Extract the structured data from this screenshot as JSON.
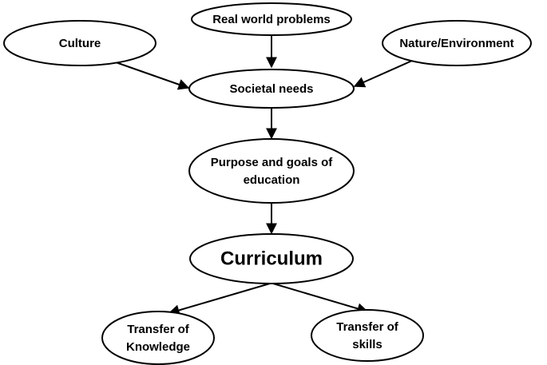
{
  "nodes": {
    "real_world": {
      "lines": [
        "Real world problems"
      ]
    },
    "culture": {
      "lines": [
        "Culture"
      ]
    },
    "nature": {
      "lines": [
        "Nature/Environment"
      ]
    },
    "societal": {
      "lines": [
        "Societal needs"
      ]
    },
    "purpose": {
      "lines": [
        "Purpose and goals of",
        "education"
      ]
    },
    "curriculum": {
      "lines": [
        "Curriculum"
      ]
    },
    "knowledge": {
      "lines": [
        "Transfer of",
        "Knowledge"
      ]
    },
    "skills": {
      "lines": [
        "Transfer of",
        "skills"
      ]
    }
  },
  "edges": [
    {
      "from": "real_world",
      "to": "societal"
    },
    {
      "from": "culture",
      "to": "societal"
    },
    {
      "from": "nature",
      "to": "societal"
    },
    {
      "from": "societal",
      "to": "purpose"
    },
    {
      "from": "purpose",
      "to": "curriculum"
    },
    {
      "from": "curriculum",
      "to": "knowledge"
    },
    {
      "from": "curriculum",
      "to": "skills"
    }
  ]
}
